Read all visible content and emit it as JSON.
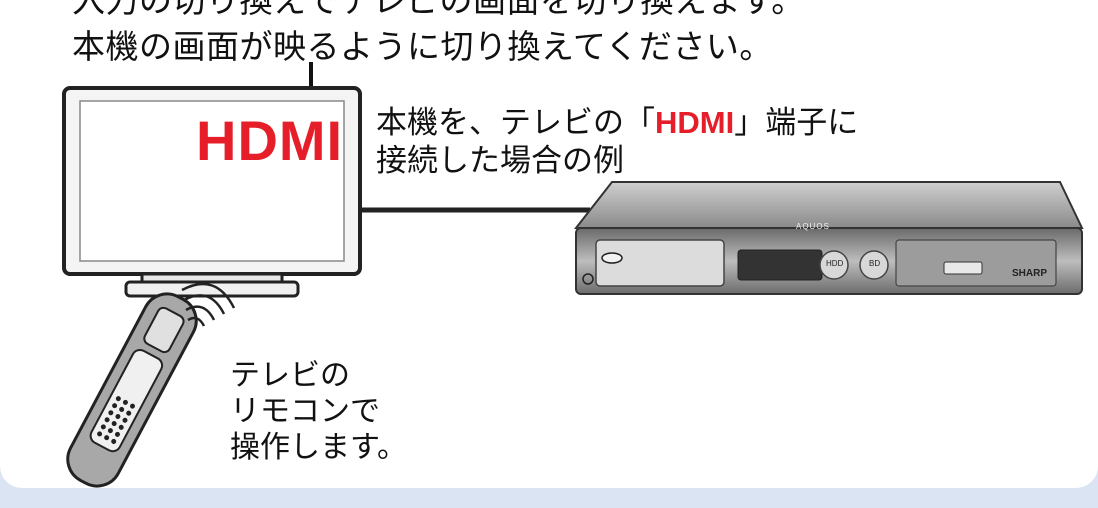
{
  "intro": {
    "line1": "入力の切り換えでテレビの画面を切り換えます。",
    "line2": "本機の画面が映るように切り換えてください。"
  },
  "tv": {
    "screen_label": "HDMI"
  },
  "connection_caption": {
    "line1_before": "本機を、テレビの「",
    "line1_hdmi": "HDMI",
    "line1_after": "」端子に",
    "line2": "接続した場合の例"
  },
  "recorder": {
    "brand": "SHARP",
    "model_badge": "AQUOS",
    "hdd_button": "HDD",
    "bd_button": "BD"
  },
  "remote_caption": {
    "line1": "テレビの",
    "line2": "リモコンで",
    "line3": "操作します。"
  },
  "colors": {
    "accent_red": "#e51e2a",
    "outer_background": "#dbe4f3"
  }
}
